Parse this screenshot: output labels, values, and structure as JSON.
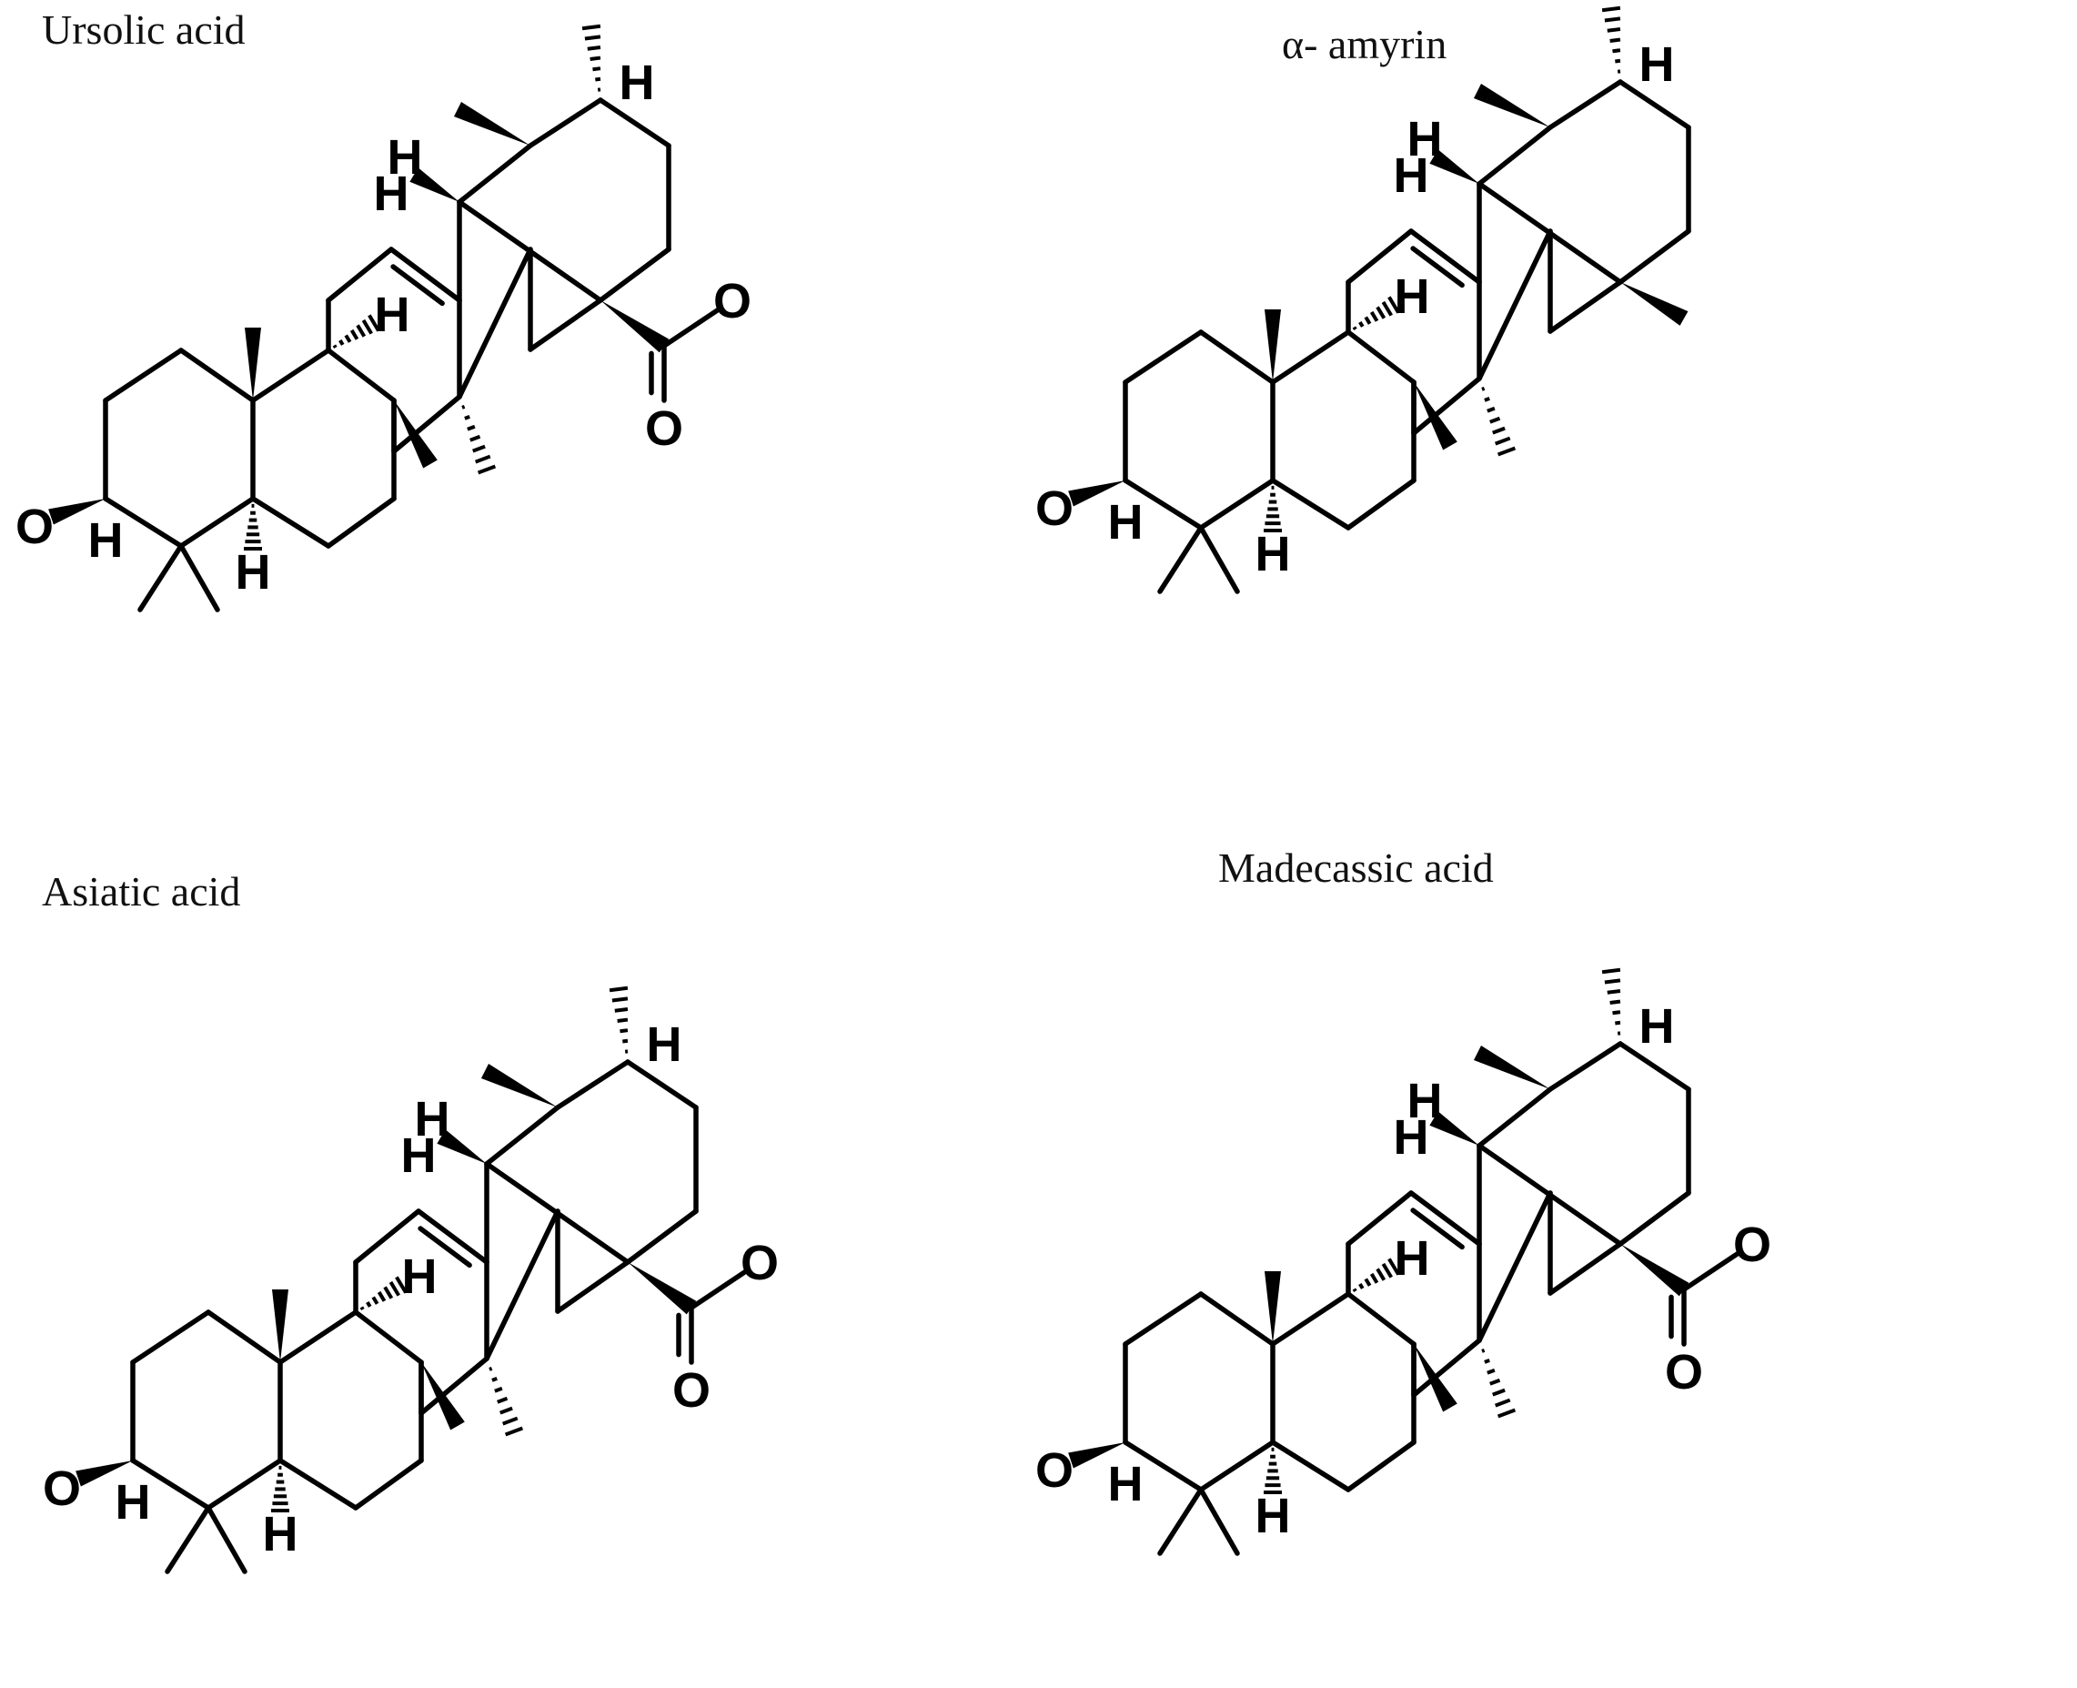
{
  "figure": {
    "panels": [
      {
        "title": "Ursolic acid"
      },
      {
        "title": "α- amyrin"
      },
      {
        "title": "Asiatic acid"
      },
      {
        "title": "Madecassic acid"
      }
    ]
  },
  "atoms": {
    "oxygen": "O",
    "hydrogen": "H"
  }
}
